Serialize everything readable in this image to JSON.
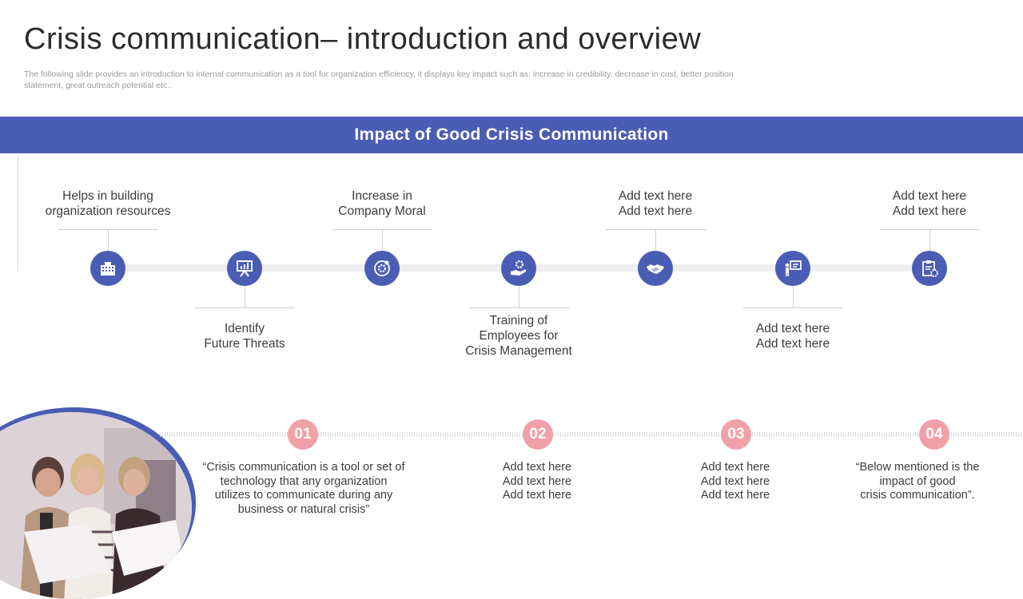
{
  "title": "Crisis communication– introduction and overview",
  "subtitle": "The following slide provides an introduction  to internal communication  as a tool for organization  efficiency, it displays key impact such as: increase in credibility, decrease in cost, better position statement, great outreach potential etc..",
  "band_title": "Impact of Good Crisis Communication",
  "timeline": {
    "items": [
      {
        "icon": "building-icon",
        "lines": [
          "Helps in building",
          "organization resources"
        ]
      },
      {
        "icon": "presentation-chart-icon",
        "lines": [
          "Identify",
          "Future Threats"
        ]
      },
      {
        "icon": "gear-target-icon",
        "lines": [
          "Increase  in",
          "Company Moral"
        ]
      },
      {
        "icon": "hand-gear-icon",
        "lines": [
          "Training of",
          "Employees for",
          "Crisis Management"
        ]
      },
      {
        "icon": "handshake-icon",
        "lines": [
          "Add text here",
          "Add text here"
        ]
      },
      {
        "icon": "presenter-board-icon",
        "lines": [
          "Add text here",
          "Add text here"
        ]
      },
      {
        "icon": "clipboard-gear-icon",
        "lines": [
          "Add text here",
          "Add text here"
        ]
      }
    ]
  },
  "bottom": {
    "items": [
      {
        "num": "01",
        "lines": [
          "“Crisis communication is a tool or set of",
          "technology that any organization",
          "utilizes to communicate during any",
          "business or natural crisis”"
        ]
      },
      {
        "num": "02",
        "lines": [
          "Add text here",
          "Add text here",
          "Add text here"
        ]
      },
      {
        "num": "03",
        "lines": [
          "Add text here",
          "Add text here",
          "Add text here"
        ]
      },
      {
        "num": "04",
        "lines": [
          "“Below mentioned is the",
          "impact of good",
          "crisis communication”."
        ]
      }
    ]
  },
  "colors": {
    "accent": "#4a5db4",
    "badge": "#f2a0a7"
  }
}
